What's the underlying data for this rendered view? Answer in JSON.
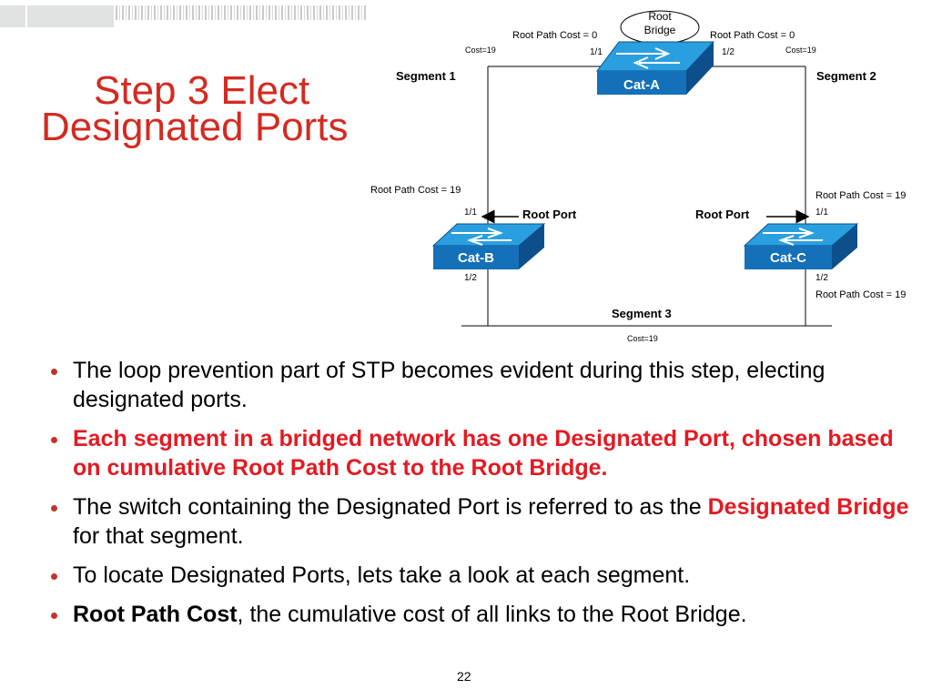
{
  "slide": {
    "title_line1": "Step 3 Elect",
    "title_line2": "Designated Ports",
    "page_number": "22"
  },
  "diagram": {
    "root_bridge_label": "Root Bridge",
    "root_path_cost_0": "Root Path Cost = 0",
    "root_path_cost_19": "Root Path Cost = 19",
    "cost_19": "Cost=19",
    "port_1_1": "1/1",
    "port_1_2": "1/2",
    "segment_1": "Segment 1",
    "segment_2": "Segment 2",
    "segment_3": "Segment 3",
    "root_port": "Root Port",
    "switch_a": "Cat-A",
    "switch_b": "Cat-B",
    "switch_c": "Cat-C"
  },
  "bullets": [
    {
      "text": "The loop prevention part of STP becomes evident during this step, electing designated ports."
    },
    {
      "text": "Each segment in a bridged network has one Designated Port, chosen based on cumulative Root Path Cost to the Root Bridge."
    },
    {
      "text_before": "The switch containing the Designated Port is referred to as the ",
      "highlight": "Designated Bridge",
      "text_after": " for that segment."
    },
    {
      "text": "To locate Designated Ports, lets take a look at each segment."
    },
    {
      "highlight": "Root Path Cost",
      "text_after": ", the cumulative cost of all links to the Root Bridge."
    }
  ],
  "colors": {
    "title": "#d42a20",
    "emphasis": "#e31a22",
    "switch_top": "#2a9fe0",
    "switch_front": "#1470b8",
    "switch_side": "#0d4f8a"
  }
}
